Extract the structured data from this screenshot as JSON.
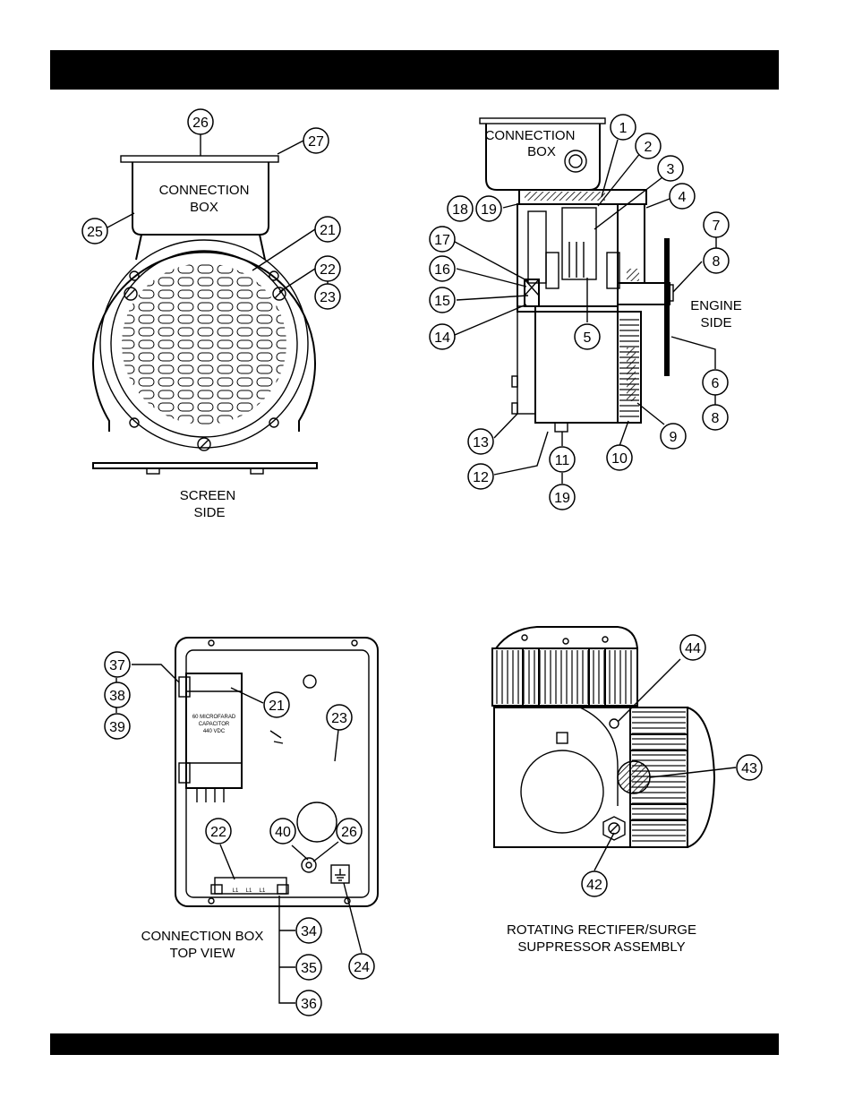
{
  "views": {
    "screen_side": {
      "box_label_1": "CONNECTION",
      "box_label_2": "BOX",
      "caption_1": "SCREEN",
      "caption_2": "SIDE"
    },
    "engine_side": {
      "box_label_1": "CONNECTION",
      "box_label_2": "BOX",
      "side_label_1": "ENGINE",
      "side_label_2": "SIDE"
    },
    "connection_box_top": {
      "capacitor_1": "60 MICROFARAD",
      "capacitor_2": "CAPACITOR",
      "capacitor_3": "440 VDC",
      "terminal": "L1",
      "caption_1": "CONNECTION BOX",
      "caption_2": "TOP VIEW"
    },
    "rectifier": {
      "caption_1": "ROTATING RECTIFER/SURGE",
      "caption_2": "SUPPRESSOR ASSEMBLY"
    }
  },
  "callouts": {
    "c26a": "26",
    "c27": "27",
    "c25": "25",
    "c21a": "21",
    "c22a": "22",
    "c23a": "23",
    "c1": "1",
    "c2": "2",
    "c3": "3",
    "c4": "4",
    "c18": "18",
    "c19a": "19",
    "c7": "7",
    "c8a": "8",
    "c17": "17",
    "c16": "16",
    "c15": "15",
    "c14": "14",
    "c5": "5",
    "c6": "6",
    "c8b": "8",
    "c9": "9",
    "c10": "10",
    "c11": "11",
    "c12": "12",
    "c13": "13",
    "c19b": "19",
    "c37": "37",
    "c38": "38",
    "c39": "39",
    "c21b": "21",
    "c23b": "23",
    "c22b": "22",
    "c40": "40",
    "c26b": "26",
    "c24": "24",
    "c34": "34",
    "c35": "35",
    "c36": "36",
    "c44": "44",
    "c43": "43",
    "c42": "42"
  }
}
